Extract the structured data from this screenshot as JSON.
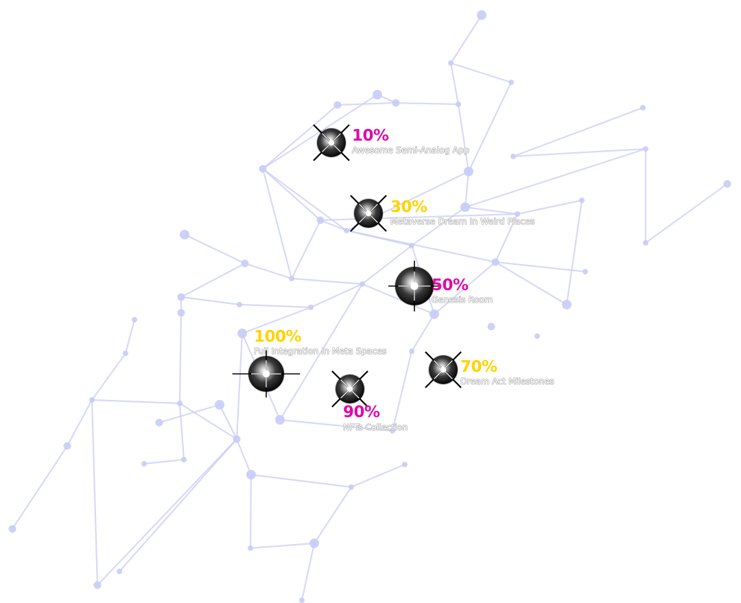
{
  "colors": {
    "pink": "#e00aa8",
    "yellow": "#ffd400",
    "network": "#c9ccf6",
    "orb": "#000000"
  },
  "milestones": [
    {
      "percent": "10%",
      "description": "Awesome Semi-Analog App",
      "color": "pink"
    },
    {
      "percent": "30%",
      "description": "Metaverse Dream In Weird Places",
      "color": "yellow"
    },
    {
      "percent": "50%",
      "description": "Genesis Room",
      "color": "pink"
    },
    {
      "percent": "70%",
      "description": "Dream Act Milestones",
      "color": "yellow"
    },
    {
      "percent": "90%",
      "description": "NFTs Collection",
      "color": "pink"
    },
    {
      "percent": "100%",
      "description": "Full Integration In Meta Spaces",
      "color": "yellow"
    }
  ]
}
